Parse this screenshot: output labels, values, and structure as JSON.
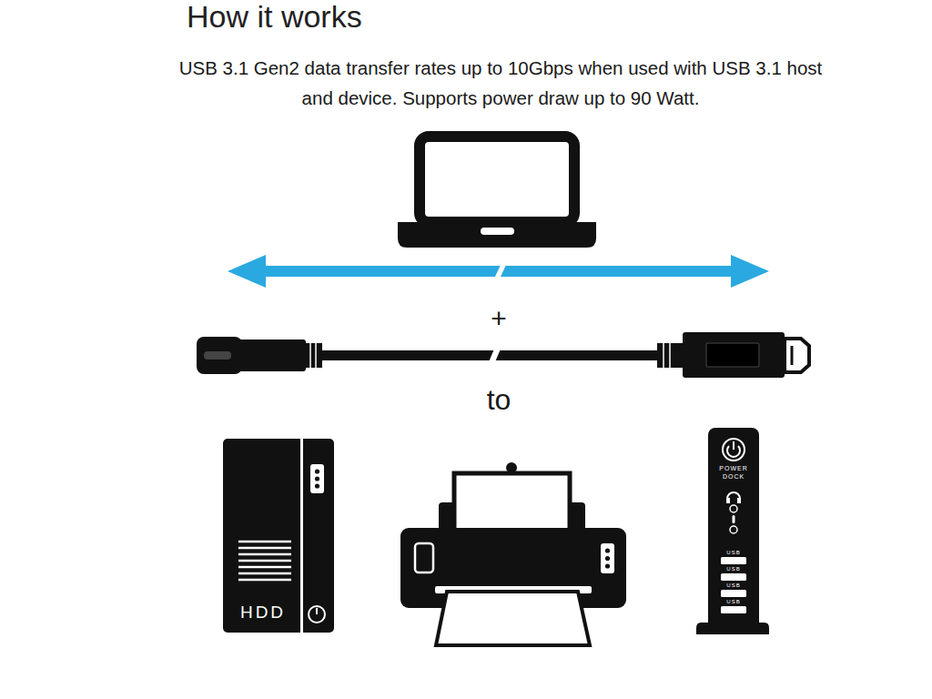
{
  "diagram": {
    "title": "How it works",
    "nodes": [
      {
        "text": [
          "HDD"
        ]
      },
      {
        "text": [
          "POWER DOCK",
          "USB",
          "USB",
          "USB",
          "USB"
        ]
      }
    ],
    "labels": [
      "USB 3.1 Gen2 data transfer rates up to 10Gbps when used with USB 3.1 host and device. Supports power draw up to 90 Watt.",
      "+",
      "to"
    ]
  }
}
